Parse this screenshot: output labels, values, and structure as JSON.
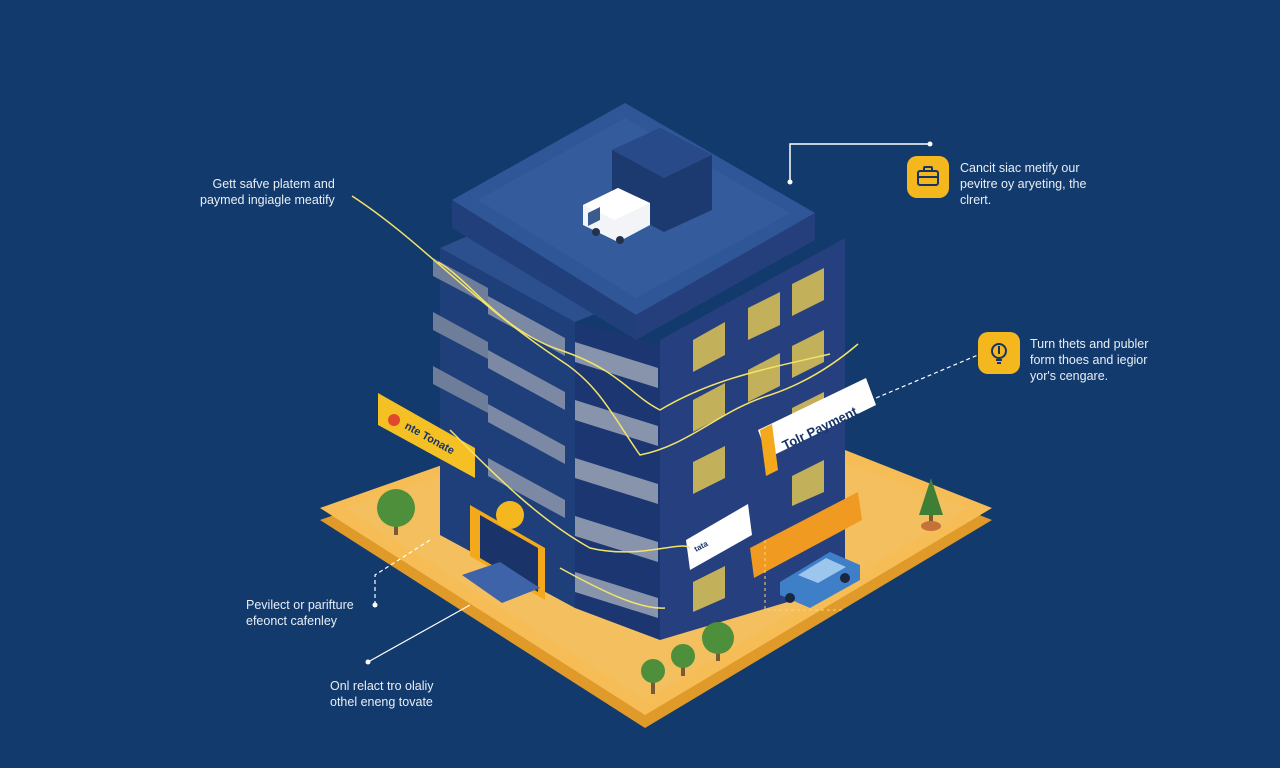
{
  "colors": {
    "background": "#123a6c",
    "building_front": "#1f3f7a",
    "building_side": "#263f7e",
    "roof": "#2f5696",
    "platform_top": "#f6bd57",
    "platform_edge": "#e09a2a",
    "accent_yellow": "#f4b71e",
    "flow_line": "#f2e36a"
  },
  "callouts": [
    {
      "id": "top-left",
      "lines": [
        "Gett safve platem and",
        "paymed ingiagle meatify"
      ]
    },
    {
      "id": "top-right",
      "lines": [
        "Cancit siac metify our",
        "pevitre oy aryeting, the",
        "clrert."
      ],
      "icon": "briefcase-icon"
    },
    {
      "id": "mid-right",
      "lines": [
        "Turn thets and publer",
        "form thoes and iegior",
        "yor's cengare."
      ],
      "icon": "bulb-icon"
    },
    {
      "id": "bottom-left",
      "lines": [
        "Pevilect or parifture",
        "efeonct cafenley"
      ]
    },
    {
      "id": "bottom",
      "lines": [
        "Onl relact tro olaliy",
        "othel eneng tovate"
      ]
    }
  ],
  "signs": {
    "left": "nte Tonate",
    "right": "Tolr Payment",
    "card": "tata"
  }
}
